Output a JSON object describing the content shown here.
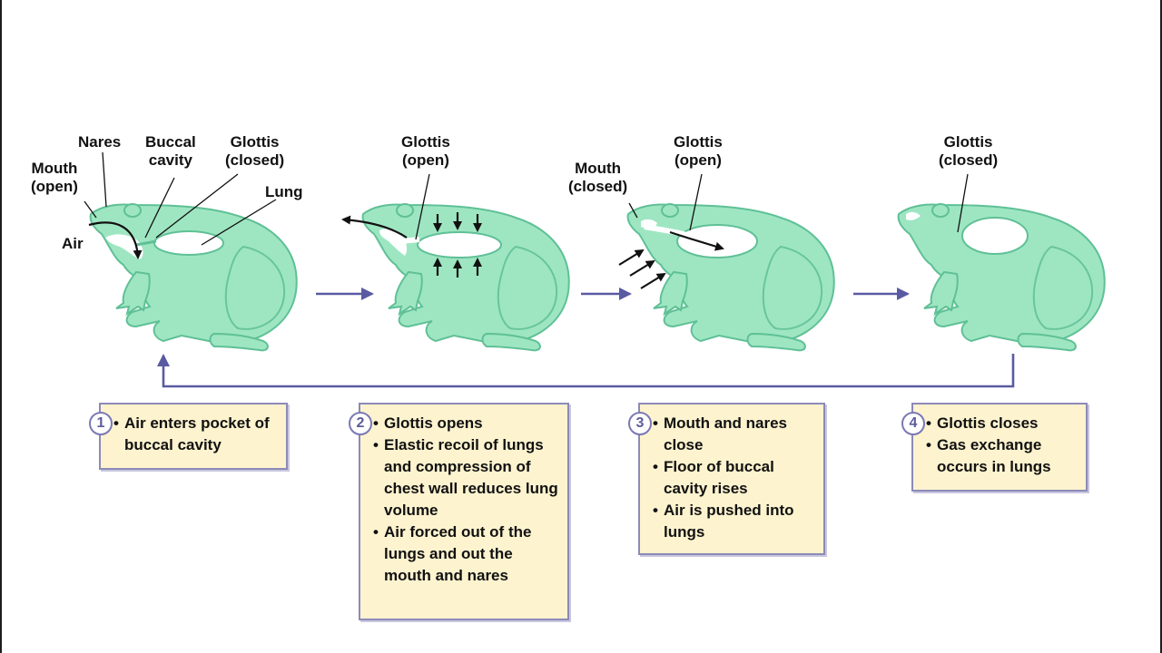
{
  "colors": {
    "frog_fill": "#9ee6c2",
    "frog_stroke": "#5fc096",
    "box_fill": "#fdf3cf",
    "box_border": "#8c8ab8",
    "flow_arrow": "#5a5aa2"
  },
  "labels": {
    "stage1": {
      "nares": "Nares",
      "buccal": [
        "Buccal",
        "cavity"
      ],
      "glottis": [
        "Glottis",
        "(closed)"
      ],
      "mouth": [
        "Mouth",
        "(open)"
      ],
      "lung": "Lung",
      "air": "Air"
    },
    "stage2": {
      "glottis": [
        "Glottis",
        "(open)"
      ]
    },
    "stage3": {
      "mouth": [
        "Mouth",
        "(closed)"
      ],
      "glottis": [
        "Glottis",
        "(open)"
      ]
    },
    "stage4": {
      "glottis": [
        "Glottis",
        "(closed)"
      ]
    }
  },
  "steps": [
    {
      "number": "1",
      "bullets": [
        "Air enters pocket of buccal cavity"
      ]
    },
    {
      "number": "2",
      "bullets": [
        "Glottis opens",
        "Elastic recoil of lungs and compression of chest wall reduces lung volume",
        "Air forced out of the lungs and out the mouth and nares"
      ]
    },
    {
      "number": "3",
      "bullets": [
        "Mouth and nares close",
        "Floor of buccal cavity rises",
        "Air is pushed into lungs"
      ]
    },
    {
      "number": "4",
      "bullets": [
        "Glottis closes",
        "Gas exchange occurs in lungs"
      ]
    }
  ]
}
